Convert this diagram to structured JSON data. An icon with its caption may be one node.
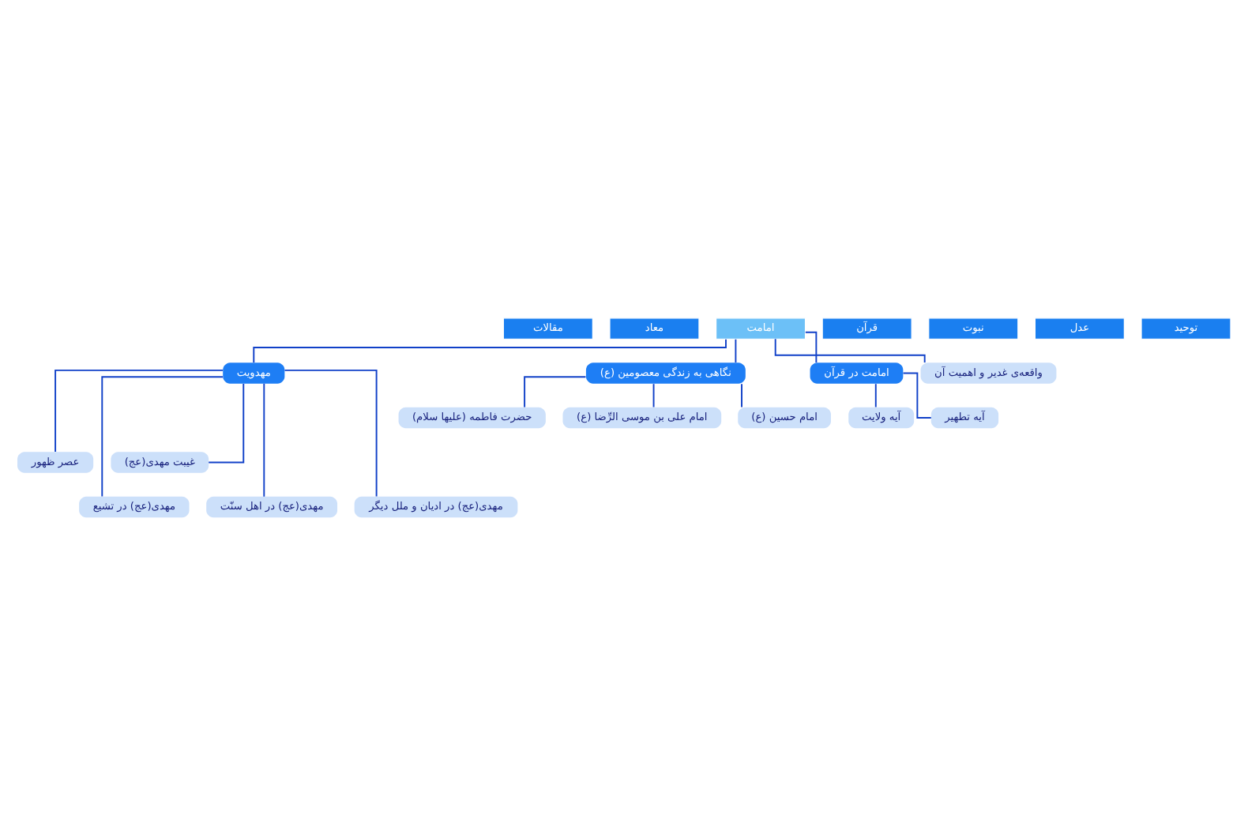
{
  "diagram": {
    "nodes": [
      {
        "text": [
          "توحید"
        ]
      },
      {
        "text": [
          "عدل"
        ]
      },
      {
        "text": [
          "نبوت"
        ]
      },
      {
        "text": [
          "قرآن"
        ]
      },
      {
        "text": [
          "امامت"
        ]
      },
      {
        "text": [
          "معاد"
        ]
      },
      {
        "text": [
          "مقالات"
        ]
      },
      {
        "text": [
          "واقعه‌ی غدیر و اهمیت آن"
        ]
      },
      {
        "text": [
          "امامت در قرآن"
        ]
      },
      {
        "text": [
          "نگاهی به زندگی معصومین (ع)"
        ]
      },
      {
        "text": [
          "مهدویت"
        ]
      },
      {
        "text": [
          "آیه تطهیر"
        ]
      },
      {
        "text": [
          "آیه ولایت"
        ]
      },
      {
        "text": [
          "امام حسین (ع)"
        ]
      },
      {
        "text": [
          "امام علی بن موسی الرِّضا (ع)"
        ]
      },
      {
        "text": [
          "حضرت فاطمه (علیها سلام)"
        ]
      },
      {
        "text": [
          "غیبت مهدی(عج)"
        ]
      },
      {
        "text": [
          "عصر ظهور"
        ]
      },
      {
        "text": [
          "مهدی(عج) در ادیان و ملل دیگر"
        ]
      },
      {
        "text": [
          "مهدی(عج) در اهل سنّت"
        ]
      },
      {
        "text": [
          "مهدی(عج) در تشیع"
        ]
      }
    ],
    "edges": [
      {
        "from": 4,
        "to": 7,
        "arrow": "none"
      },
      {
        "from": 4,
        "to": 8,
        "arrow": "none"
      },
      {
        "from": 4,
        "to": 9,
        "arrow": "none"
      },
      {
        "from": 4,
        "to": 10,
        "arrow": "none"
      },
      {
        "from": 8,
        "to": 11,
        "arrow": "none"
      },
      {
        "from": 8,
        "to": 12,
        "arrow": "none"
      },
      {
        "from": 9,
        "to": 13,
        "arrow": "none"
      },
      {
        "from": 9,
        "to": 14,
        "arrow": "none"
      },
      {
        "from": 9,
        "to": 15,
        "arrow": "none"
      },
      {
        "from": 10,
        "to": 16,
        "arrow": "none"
      },
      {
        "from": 10,
        "to": 17,
        "arrow": "none"
      },
      {
        "from": 10,
        "to": 18,
        "arrow": "none"
      },
      {
        "from": 10,
        "to": 19,
        "arrow": "none"
      },
      {
        "from": 10,
        "to": 20,
        "arrow": "none"
      }
    ]
  }
}
